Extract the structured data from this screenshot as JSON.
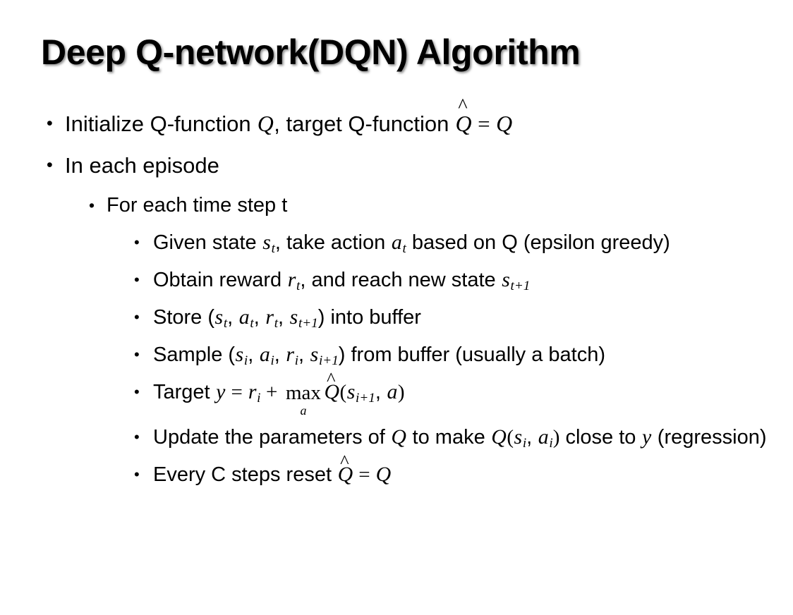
{
  "slide": {
    "title": "Deep Q-network(DQN) Algorithm",
    "background_color": "#ffffff",
    "text_color": "#000000",
    "title_shadow_color": "#787878",
    "bullet_glyph": "•"
  },
  "bullets": {
    "b1": {
      "level": 1,
      "parts": {
        "t1": "Initialize Q-function ",
        "q1": "Q",
        "t2": ", target Q-function ",
        "q2": "Q",
        "hat": "̂",
        "eq": "=",
        "q3": "Q"
      },
      "plain": "Initialize Q-function Q, target Q-function Q̂ = Q"
    },
    "b2": {
      "level": 1,
      "text": "In each episode"
    },
    "b3": {
      "level": 2,
      "text": "For each time step t"
    },
    "b4": {
      "level": 3,
      "parts": {
        "t1": "Given state ",
        "s": "s",
        "sub_s": "t",
        "t2": ", take action ",
        "a": "a",
        "sub_a": "t",
        "t3": " based on Q (epsilon greedy)"
      },
      "plain": "Given state s_t, take action a_t based on Q (epsilon greedy)"
    },
    "b5": {
      "level": 3,
      "parts": {
        "t1": "Obtain reward ",
        "r": "r",
        "sub_r": "t",
        "t2": ", and reach new state ",
        "s": "s",
        "sub_s": "t+1"
      },
      "plain": "Obtain reward r_t, and reach new state s_{t+1}"
    },
    "b6": {
      "level": 3,
      "parts": {
        "t1": "Store (",
        "s1": "s",
        "sub_s1": "t",
        "c1": ", ",
        "a1": "a",
        "sub_a1": "t",
        "c2": ", ",
        "r1": "r",
        "sub_r1": "t",
        "c3": ", ",
        "s2": "s",
        "sub_s2": "t+1",
        "t2": ") into buffer"
      },
      "plain": "Store (s_t, a_t, r_t, s_{t+1}) into buffer"
    },
    "b7": {
      "level": 3,
      "parts": {
        "t1": "Sample (",
        "s1": "s",
        "sub_s1": "i",
        "c1": ", ",
        "a1": "a",
        "sub_a1": "i",
        "c2": ", ",
        "r1": "r",
        "sub_r1": "i",
        "c3": ", ",
        "s2": "s",
        "sub_s2": "i+1",
        "t2": ") from buffer (usually a batch)"
      },
      "plain": "Sample (s_i, a_i, r_i, s_{i+1}) from buffer (usually a batch)"
    },
    "b8": {
      "level": 3,
      "parts": {
        "t1": "Target ",
        "y": "y",
        "eq": "=",
        "r": "r",
        "sub_r": "i",
        "plus": "+",
        "maxop": "max",
        "maxsub": "a",
        "q": "Q",
        "hat": "̂",
        "lp": "(",
        "s": "s",
        "sub_s": "i+1",
        "c1": ", ",
        "a": "a",
        "rp": ")"
      },
      "plain": "Target y = r_i + max_a Q̂(s_{i+1}, a)"
    },
    "b9": {
      "level": 3,
      "parts": {
        "t1": "Update the parameters of ",
        "q1": "Q",
        "t2": " to make ",
        "q2": "Q",
        "lp": "(",
        "s": "s",
        "sub_s": "i",
        "c1": ", ",
        "a": "a",
        "sub_a": "i",
        "rp": ")",
        "t3": " close to ",
        "y": "y",
        "t4": " (regression)"
      },
      "plain": "Update the parameters of Q to make Q(s_i, a_i) close to y (regression)"
    },
    "b10": {
      "level": 3,
      "parts": {
        "t1": "Every C steps reset ",
        "q1": "Q",
        "hat": "̂",
        "eq": "=",
        "q2": "Q"
      },
      "plain": "Every C steps reset Q̂ = Q"
    }
  }
}
